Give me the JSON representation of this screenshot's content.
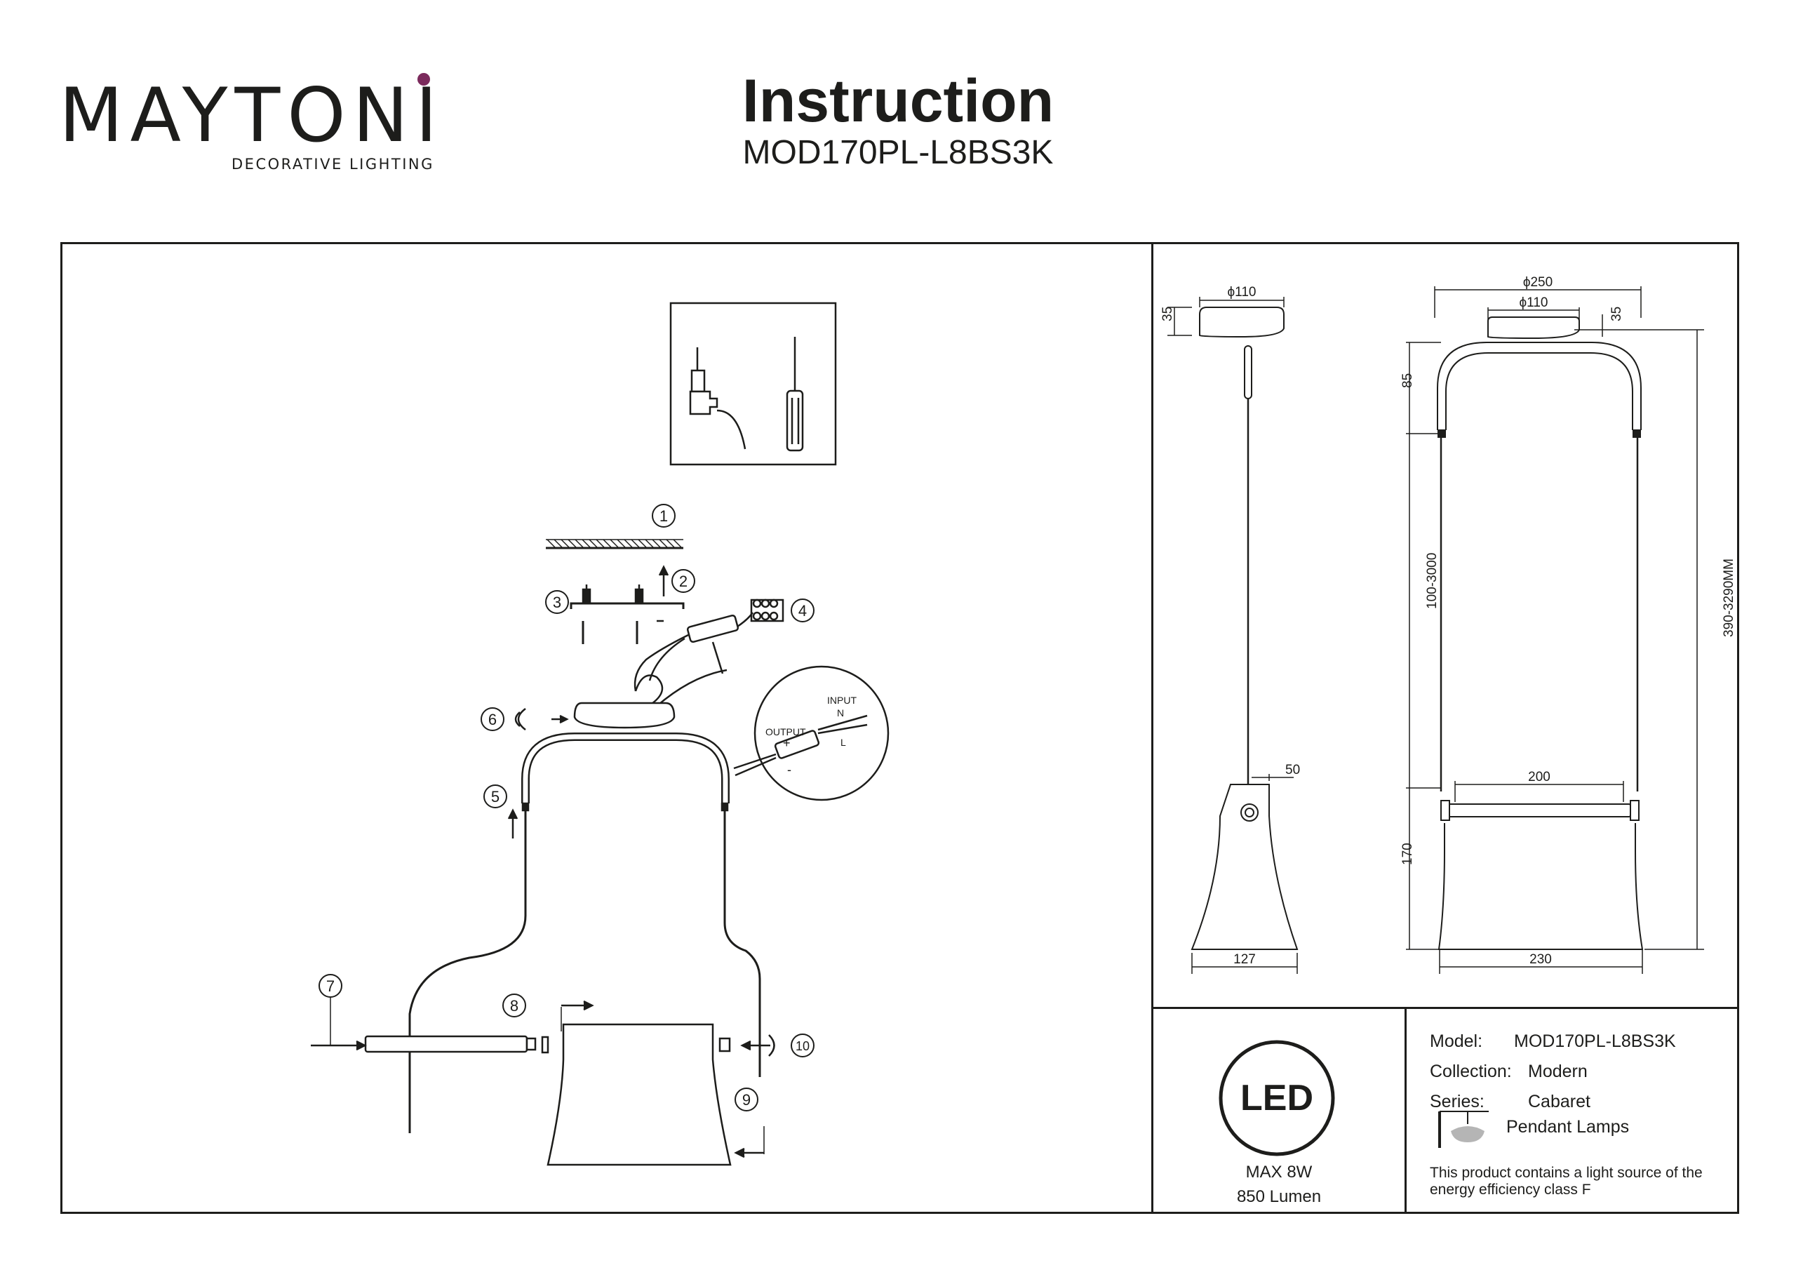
{
  "header": {
    "brand": "MAYTONI",
    "brand_tagline": "DECORATIVE LIGHTING",
    "title": "Instruction",
    "model_code": "MOD170PL-L8BS3K"
  },
  "assembly": {
    "step_numbers": [
      "1",
      "2",
      "3",
      "4",
      "5",
      "6",
      "7",
      "8",
      "9",
      "10"
    ],
    "driver_input_label": "INPUT",
    "driver_output_label": "OUTPUT",
    "driver_n": "N",
    "driver_l": "L",
    "driver_plus": "+",
    "driver_minus": "-"
  },
  "dimensions": {
    "side_canopy_diameter": "ϕ110",
    "side_canopy_height": "35",
    "side_shade_offset": "50",
    "side_shade_width": "127",
    "front_total_width": "ϕ250",
    "front_canopy_diameter": "ϕ110",
    "front_canopy_height": "35",
    "front_arch_height": "85",
    "front_cable_range": "100-3000",
    "front_overall_range": "390-3290MM",
    "front_bar_width": "200",
    "front_shade_height": "170",
    "front_shade_width": "230"
  },
  "energy": {
    "led_label": "LED",
    "max_power": "MAX 8W",
    "lumen": "850 Lumen"
  },
  "info": {
    "model_key": "Model:",
    "model_value": "MOD170PL-L8BS3K",
    "collection_key": "Collection:",
    "collection_value": "Modern",
    "series_key": "Series:",
    "series_value": "Cabaret",
    "category": "Pendant Lamps",
    "note": "This product contains a light source of the energy efficiency class F"
  },
  "colors": {
    "ink": "#1d1d1b",
    "brand_accent": "#6b1e4f",
    "brand_dot": "#7b2a5c"
  }
}
